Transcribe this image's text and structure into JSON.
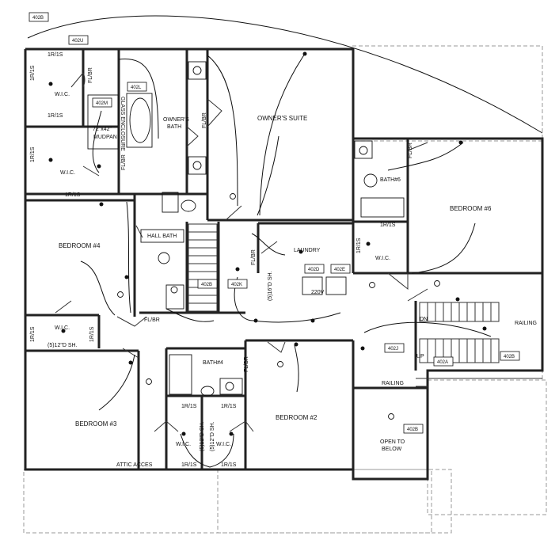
{
  "rooms": {
    "owners_suite": "OWNER'S SUITE",
    "owners_bath_1": "OWNER'S",
    "owners_bath_2": "BATH",
    "bedroom4": "BEDROOM #4",
    "bedroom6": "BEDROOM #6",
    "bedroom3": "BEDROOM #3",
    "bedroom2": "BEDROOM #2",
    "laundry": "LAUNDRY",
    "hall_bath": "HALL BATH",
    "bath6": "BATH#6",
    "bath4": "BATH#4",
    "wic": "W.I.C.",
    "open_to_1": "OPEN TO",
    "open_to_2": "BELOW",
    "mudpan_1": "72\"x42\"",
    "mudpan_2": "MUDPAN",
    "glass_enclosure": "GLASS ENCLOSURE"
  },
  "notes": {
    "shelf_rod": "1R/1S",
    "shelves_5_12": "(5)12\"D SH.",
    "shelves_5_16": "(5)16\"D SH.",
    "shelves_5_12_v": "(5)12\"D SH.",
    "flbr": "FL/BR",
    "railing": "RAILING",
    "attic_access": "ATTIC ACCES",
    "dn": "DN",
    "up": "UP",
    "v220": "220V"
  },
  "tags": {
    "t402B_top": "402B",
    "t402U": "402U",
    "t402L": "402L",
    "t402M": "402M",
    "t402D": "402D",
    "t402E": "402E",
    "t402K": "402K",
    "t402B_mid": "402B",
    "t402J": "402J",
    "t402A": "402A",
    "t402B_right": "402B",
    "t402B_open": "402B"
  },
  "colors": {
    "line": "#222222",
    "dashed": "#999999",
    "background": "#ffffff"
  }
}
